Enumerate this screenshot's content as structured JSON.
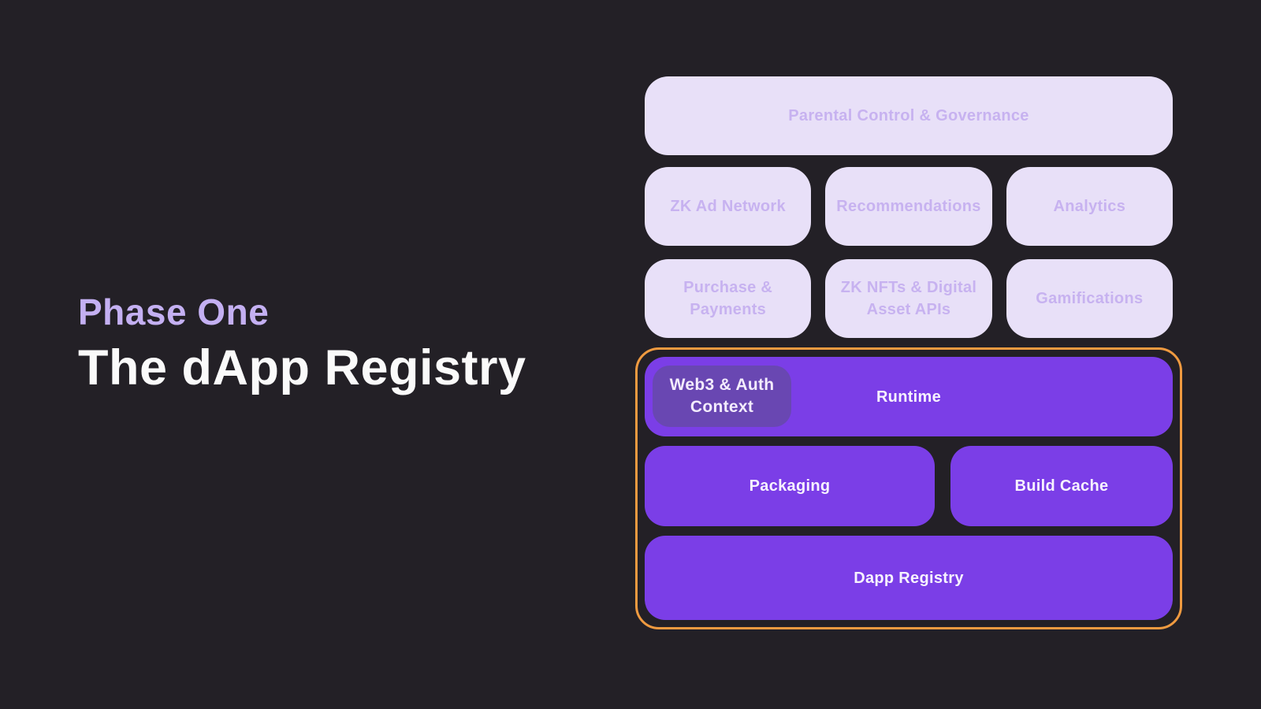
{
  "title": {
    "eyebrow": "Phase One",
    "heading": "The dApp Registry"
  },
  "colors": {
    "background": "#232026",
    "faded_box_bg": "#e8e0f8",
    "faded_box_text": "#c7b2f0",
    "active_box_bg": "#7b3ee7",
    "active_box_text": "#f7f2fe",
    "badge_bg": "#6947b2",
    "highlight_border": "#ef9a40",
    "eyebrow_text": "#c4b0f2",
    "heading_text": "#fafafa"
  },
  "stack": {
    "faded_rows": [
      {
        "boxes": [
          {
            "label": "Parental Control & Governance"
          }
        ]
      },
      {
        "boxes": [
          {
            "label": "ZK Ad Network"
          },
          {
            "label": "Recommendations"
          },
          {
            "label": "Analytics"
          }
        ]
      },
      {
        "boxes": [
          {
            "label": "Purchase & Payments"
          },
          {
            "label": "ZK NFTs & Digital Asset APIs"
          },
          {
            "label": "Gamifications"
          }
        ]
      }
    ],
    "highlight_group": {
      "runtime": {
        "label": "Runtime",
        "badge": "Web3 & Auth Context"
      },
      "middle_row": [
        {
          "label": "Packaging"
        },
        {
          "label": "Build Cache"
        }
      ],
      "bottom": {
        "label": "Dapp Registry"
      }
    }
  }
}
